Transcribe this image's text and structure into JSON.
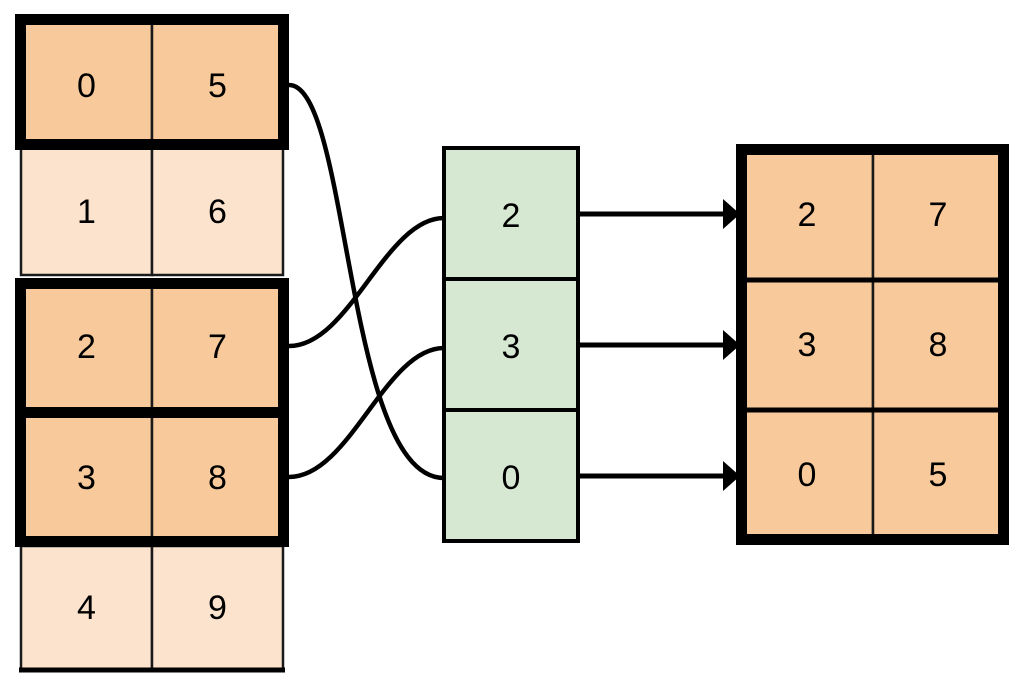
{
  "diagram": {
    "title": "array-gather-indexing-diagram",
    "colors": {
      "highlight_fill": "#F7C99B",
      "normal_fill": "#FBE3CE",
      "index_fill": "#D6E8D1",
      "border_bold": "#000000",
      "border_thin": "#1a1a1a",
      "arrow": "#000000",
      "background": "#FFFFFF"
    },
    "source_table": {
      "name": "source-array",
      "columns": 2,
      "rows": [
        {
          "index": 0,
          "cells": [
            "0",
            "5"
          ],
          "highlighted": true,
          "selected": true
        },
        {
          "index": 1,
          "cells": [
            "1",
            "6"
          ],
          "highlighted": false,
          "selected": false
        },
        {
          "index": 2,
          "cells": [
            "2",
            "7"
          ],
          "highlighted": true,
          "selected": true
        },
        {
          "index": 3,
          "cells": [
            "3",
            "8"
          ],
          "highlighted": true,
          "selected": true
        },
        {
          "index": 4,
          "cells": [
            "4",
            "9"
          ],
          "highlighted": false,
          "selected": false
        }
      ]
    },
    "index_column": {
      "name": "index-array",
      "cells": [
        "2",
        "3",
        "0"
      ]
    },
    "result_table": {
      "name": "result-array",
      "columns": 2,
      "rows": [
        {
          "cells": [
            "2",
            "7"
          ]
        },
        {
          "cells": [
            "3",
            "8"
          ]
        },
        {
          "cells": [
            "0",
            "5"
          ]
        }
      ]
    },
    "connections": [
      {
        "from_row": 0,
        "to_index_cell": 2,
        "label": "row-0-to-index-0"
      },
      {
        "from_row": 2,
        "to_index_cell": 0,
        "label": "row-2-to-index-2"
      },
      {
        "from_row": 3,
        "to_index_cell": 1,
        "label": "row-3-to-index-3"
      }
    ],
    "arrows": [
      {
        "from_index_cell": 0,
        "to_result_row": 0
      },
      {
        "from_index_cell": 1,
        "to_result_row": 1
      },
      {
        "from_index_cell": 2,
        "to_result_row": 2
      }
    ]
  }
}
